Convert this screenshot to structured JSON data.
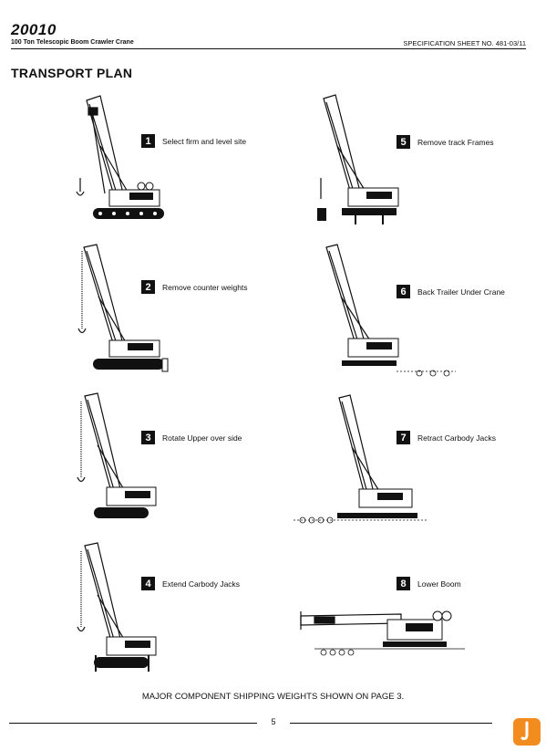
{
  "header": {
    "model": "20010",
    "subtitle": "100 Ton Telescopic Boom Crawler Crane",
    "spec_sheet": "SPECIFICATION SHEET NO. 481-03/11"
  },
  "section_title": "TRANSPORT PLAN",
  "steps": [
    {
      "num": "1",
      "label": "Select firm and level site"
    },
    {
      "num": "2",
      "label": "Remove counter weights"
    },
    {
      "num": "3",
      "label": "Rotate Upper over side"
    },
    {
      "num": "4",
      "label": "Extend Carbody Jacks"
    },
    {
      "num": "5",
      "label": "Remove track Frames"
    },
    {
      "num": "6",
      "label": "Back Trailer Under Crane"
    },
    {
      "num": "7",
      "label": "Retract Carbody Jacks"
    },
    {
      "num": "8",
      "label": "Lower Boom"
    }
  ],
  "footer": {
    "note": "MAJOR COMPONENT SHIPPING WEIGHTS SHOWN ON PAGE 3.",
    "page": "5"
  },
  "colors": {
    "ink": "#111111",
    "logo_orange": "#f28c1e"
  }
}
